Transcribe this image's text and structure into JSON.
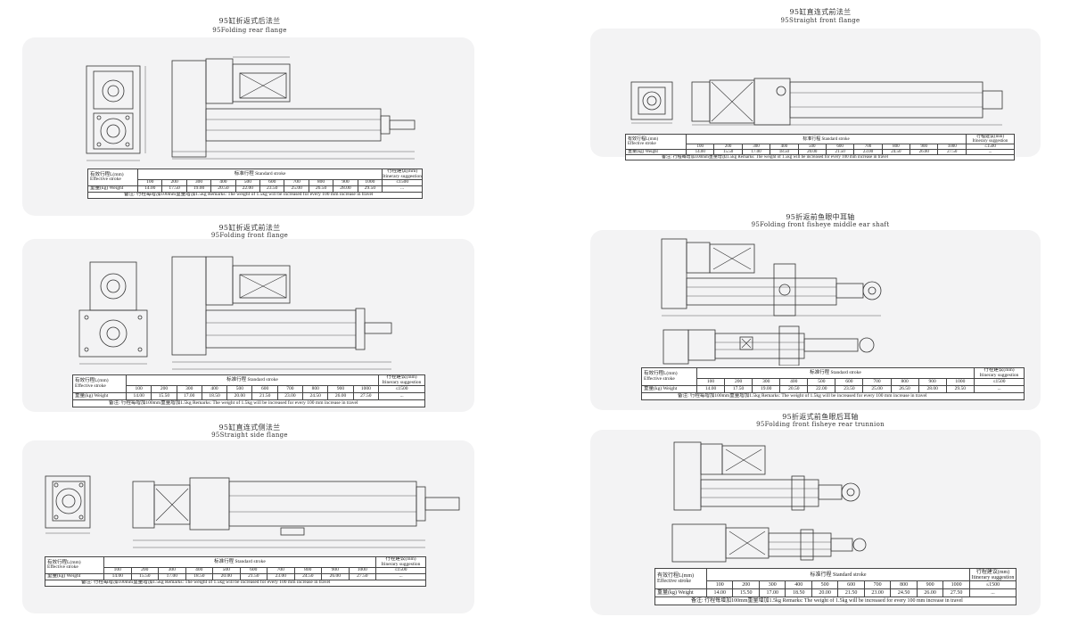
{
  "columns": [
    "100",
    "200",
    "300",
    "400",
    "500",
    "600",
    "700",
    "800",
    "900",
    "1000"
  ],
  "labels": {
    "effective_stroke_cn": "有效行程L(mm)",
    "effective_stroke_en": "Effective stroke",
    "standard_stroke": "标准行程  Standard stroke",
    "itinerary_cn": "行程建议(mm)",
    "itinerary_en": "Itinerary suggestion",
    "weight": "重量(kg) Weight",
    "itinerary_value": "≤1500",
    "itinerary_dots": "...",
    "note": "备注: 行程每增加100mm重量增加1.5kg   Remarks: The weight of 1.5kg will be increased for every 100 mm increase in travel"
  },
  "sections": [
    {
      "id": "folding-rear-flange",
      "title_cn": "95缸折返式后法兰",
      "title_en": "95Folding rear flange",
      "weights": [
        "14.00",
        "17.50",
        "19.00",
        "20.50",
        "22.00",
        "23.50",
        "25.00",
        "26.50",
        "28.00",
        "29.50"
      ]
    },
    {
      "id": "folding-front-flange",
      "title_cn": "95缸折返式前法兰",
      "title_en": "95Folding front flange",
      "weights": [
        "14.00",
        "15.50",
        "17.00",
        "18.50",
        "20.00",
        "21.50",
        "23.00",
        "24.50",
        "26.00",
        "27.50"
      ]
    },
    {
      "id": "straight-side-flange",
      "title_cn": "95缸直连式侧法兰",
      "title_en": "95Straight side flange",
      "weights": [
        "14.00",
        "15.50",
        "17.00",
        "18.50",
        "20.00",
        "21.50",
        "23.00",
        "24.50",
        "26.00",
        "27.50"
      ]
    },
    {
      "id": "straight-front-flange",
      "title_cn": "95缸直连式前法兰",
      "title_en": "95Straight front flange",
      "weights": [
        "14.00",
        "15.50",
        "17.00",
        "18.50",
        "20.00",
        "21.50",
        "23.00",
        "24.50",
        "26.00",
        "27.50"
      ]
    },
    {
      "id": "folding-fisheye-middle-ear",
      "title_cn": "95折返前鱼眼中耳轴",
      "title_en": "95Folding front fisheye middle ear shaft",
      "weights": [
        "14.00",
        "17.50",
        "19.00",
        "20.50",
        "22.00",
        "23.50",
        "25.00",
        "26.50",
        "28.00",
        "29.50"
      ]
    },
    {
      "id": "folding-fisheye-rear-trunnion",
      "title_cn": "95折返式前鱼眼后耳轴",
      "title_en": "95Folding front fisheye rear trunnion",
      "weights": [
        "14.00",
        "15.50",
        "17.00",
        "18.50",
        "20.00",
        "21.50",
        "23.00",
        "24.50",
        "26.00",
        "27.50"
      ]
    }
  ]
}
